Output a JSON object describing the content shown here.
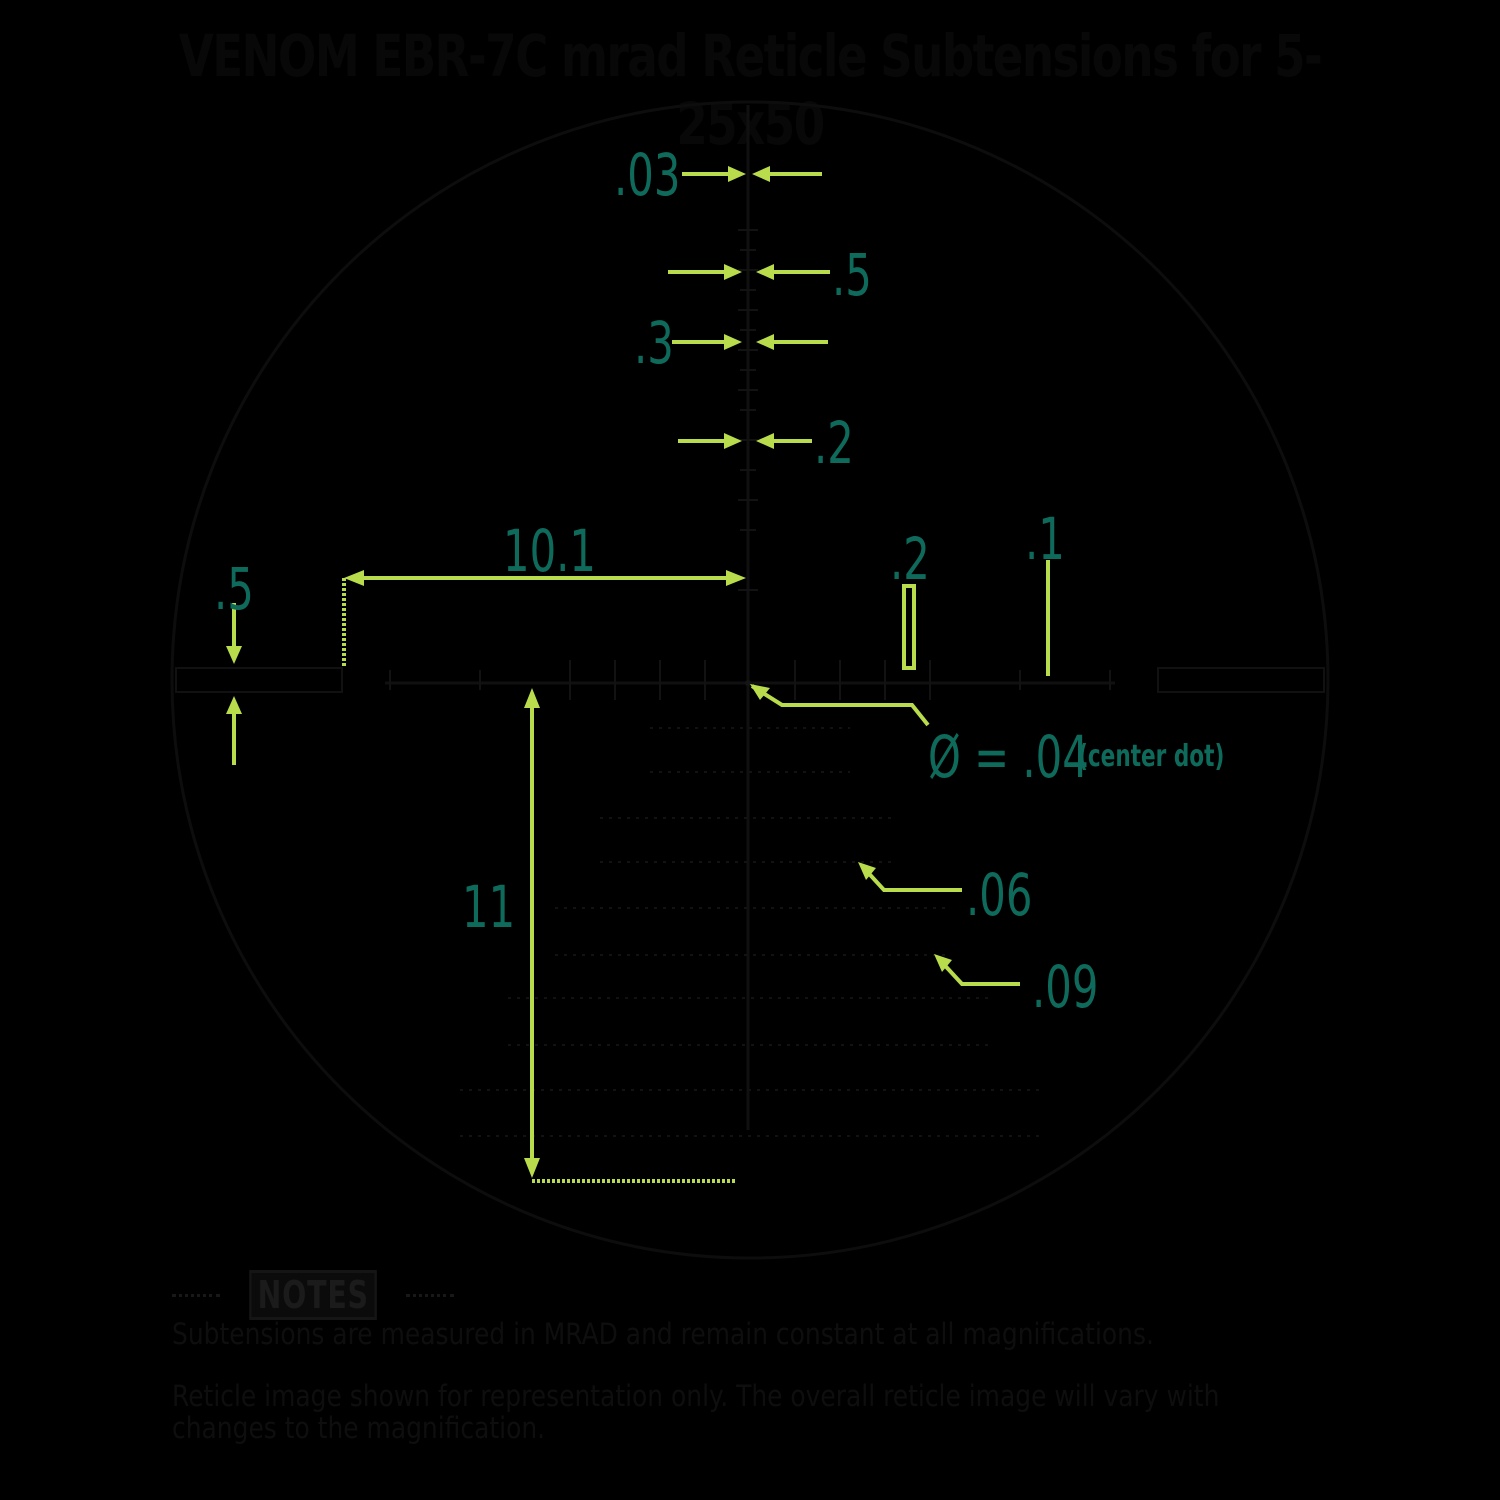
{
  "title": "VENOM EBR-7C mrad Reticle Subtensions for 5-25x50",
  "colors": {
    "background": "#000000",
    "label_teal": "#0e6b5c",
    "arrow_green": "#b8dc4c",
    "reticle_lines": "#0c0c0c"
  },
  "labels": {
    "top_line_width": ".03",
    "vertical_stadia_width_05": ".5",
    "vertical_stadia_width_03": ".3",
    "vertical_stadia_width_02": ".2",
    "post_thickness": ".5",
    "post_to_center": "10.1",
    "horizontal_hash_02": ".2",
    "horizontal_hash_01": ".1",
    "center_dot_value": "Ø = .04",
    "center_dot_note": "(center dot)",
    "wind_dot_06": ".06",
    "wind_dot_09": ".09",
    "tree_height": "11"
  },
  "notes": {
    "heading": "NOTES",
    "line1": "Subtensions are measured in MRAD and remain constant at all magnifications.",
    "line2": "Reticle image shown for representation only. The overall reticle image will vary with",
    "line3": "changes to the magnification."
  }
}
